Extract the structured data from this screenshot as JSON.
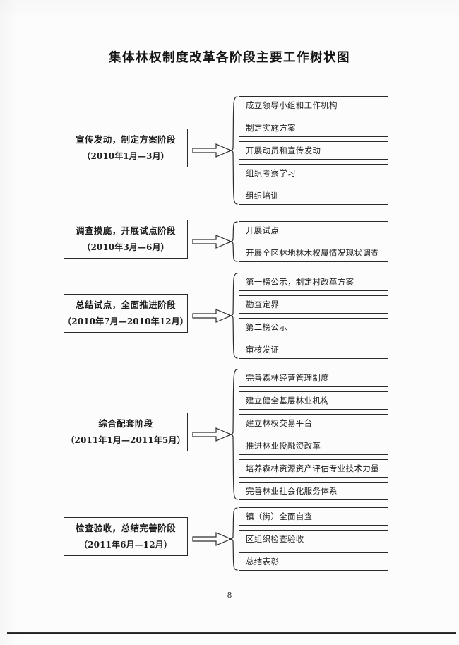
{
  "document": {
    "title": "集体林权制度改革各阶段主要工作树状图",
    "page_number": "8"
  },
  "diagram_data": {
    "type": "tree-diagram",
    "orientation": "left-to-right",
    "connector": "hollow-block-arrow + curly-brace",
    "stages": [
      {
        "name": "宣传发动，制定方案阶段",
        "period": "（2010年1月—3月）",
        "items": [
          "成立领导小组和工作机构",
          "制定实施方案",
          "开展动员和宣传发动",
          "组织考察学习",
          "组织培训"
        ]
      },
      {
        "name": "调查摸底，开展试点阶段",
        "period": "（2010年3月—6月）",
        "items": [
          "开展试点",
          "开展全区林地林木权属情况现状调查"
        ]
      },
      {
        "name": "总结试点，全面推进阶段",
        "period": "（2010年7月—2010年12月）",
        "items": [
          "第一榜公示，制定村改革方案",
          "勘查定界",
          "第二榜公示",
          "审核发证"
        ]
      },
      {
        "name": "综合配套阶段",
        "period": "（2011年1月—2011年5月）",
        "items": [
          "完善森林经营管理制度",
          "建立健全基层林业机构",
          "建立林权交易平台",
          "推进林业投融资改革",
          "培养森林资源资产评估专业技术力量",
          "完善林业社会化服务体系"
        ]
      },
      {
        "name": "检查验收，总结完善阶段",
        "period": "（2011年6月—12月）",
        "items": [
          "镇（街）全面自查",
          "区组织检查验收",
          "总结表彰"
        ]
      }
    ]
  },
  "colors": {
    "ink": "#1b1b1b",
    "paper": "#fdfdfd",
    "rule": "#2a2a2a"
  }
}
